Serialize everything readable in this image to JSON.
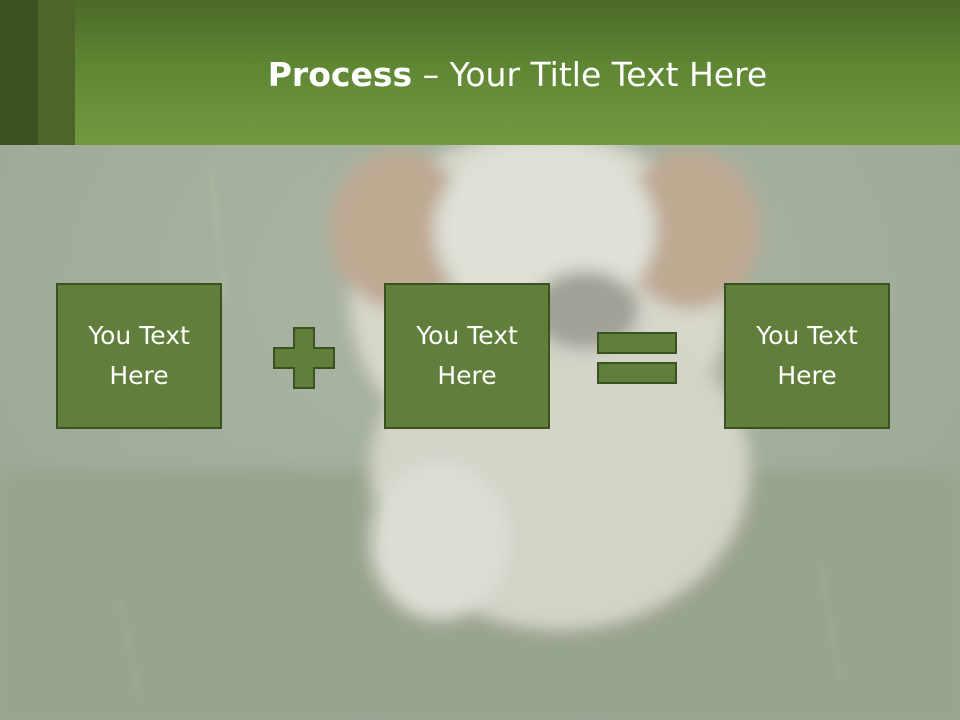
{
  "slide": {
    "title_bold": "Process",
    "title_rest": " – Your Title Text Here",
    "boxes": [
      {
        "label": "You Text Here"
      },
      {
        "label": "You Text Here"
      },
      {
        "label": "You Text Here"
      }
    ],
    "operators": [
      "plus-icon",
      "equals-icon"
    ]
  },
  "colors": {
    "header_green": "#6a943b",
    "box_fill": "#617e3b",
    "box_border": "#3a5121",
    "text": "#ffffff"
  }
}
